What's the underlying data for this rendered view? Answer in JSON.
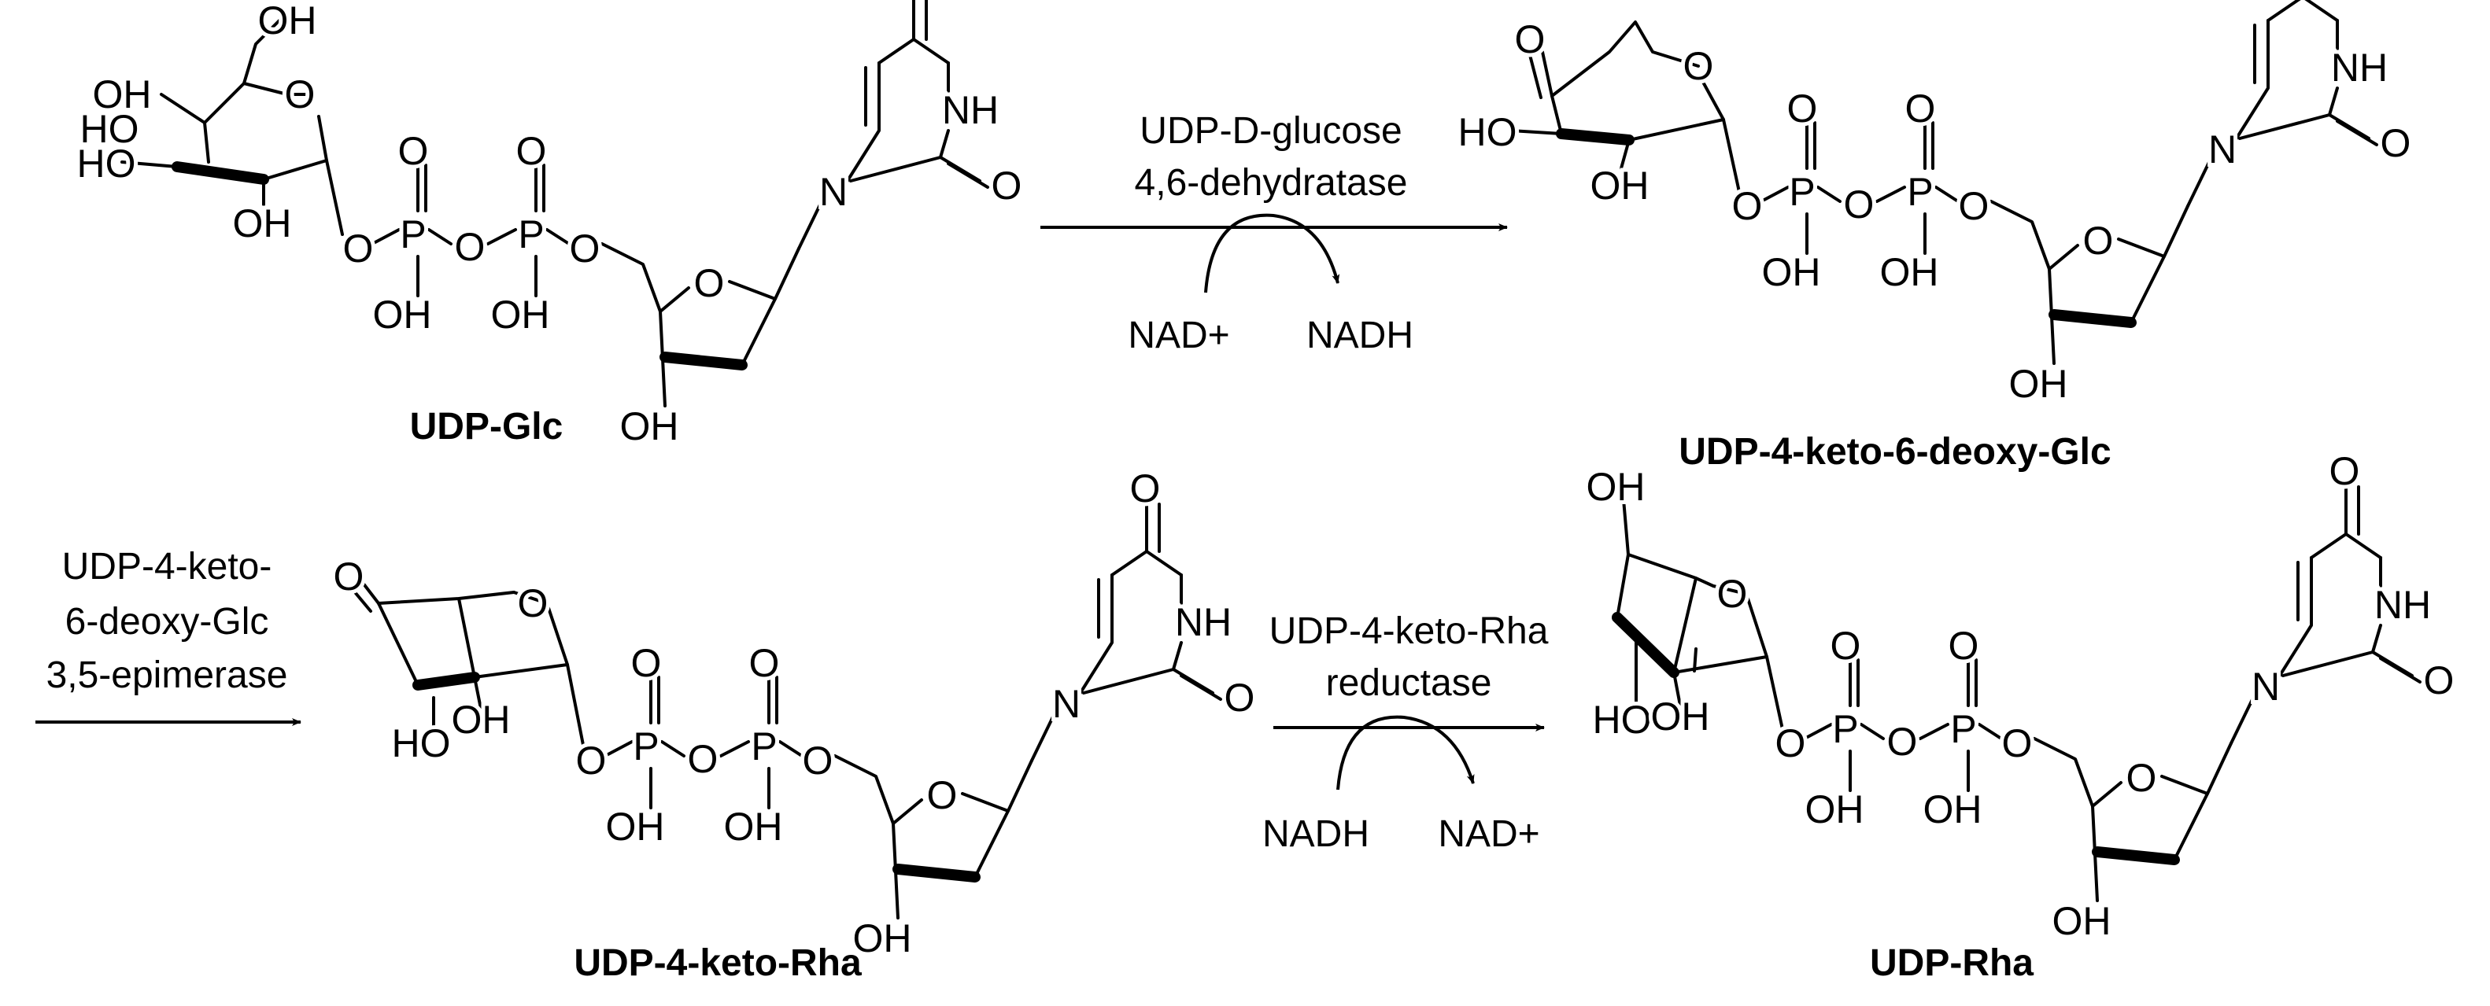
{
  "compounds": [
    {
      "id": "udp-glc",
      "name": "UDP-Glc"
    },
    {
      "id": "udp-4-keto-6-deoxy-glc",
      "name": "UDP-4-keto-6-deoxy-Glc"
    },
    {
      "id": "udp-4-keto-rha",
      "name": "UDP-4-keto-Rha"
    },
    {
      "id": "udp-rha",
      "name": "UDP-Rha"
    }
  ],
  "reactions": [
    {
      "enzyme_lines": [
        "UDP-D-glucose",
        "4,6-dehydratase"
      ],
      "cofactor_in": "NAD+",
      "cofactor_out": "NADH"
    },
    {
      "enzyme_lines": [
        "UDP-4-keto-",
        "6-deoxy-Glc",
        "3,5-epimerase"
      ]
    },
    {
      "enzyme_lines": [
        "UDP-4-keto-Rha",
        "reductase"
      ],
      "cofactor_in": "NADH",
      "cofactor_out": "NAD+"
    }
  ],
  "atoms": {
    "oh": "OH",
    "ho": "HO",
    "o": "O",
    "p": "P",
    "nh": "NH",
    "n": "N"
  }
}
